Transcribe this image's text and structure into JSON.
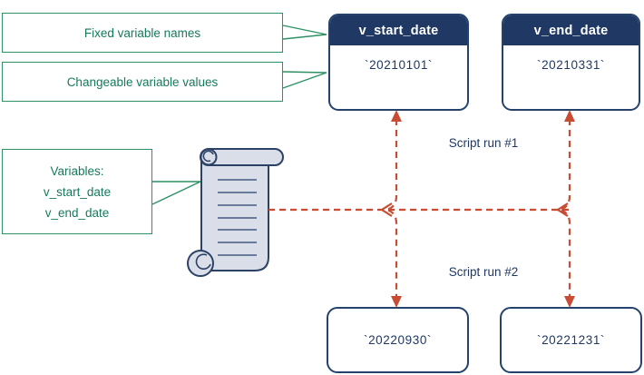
{
  "callouts": {
    "fixed": {
      "label": "Fixed variable names"
    },
    "changeable": {
      "label": "Changeable variable values"
    },
    "variables": {
      "line1": "Variables:",
      "line2": "v_start_date",
      "line3": "v_end_date"
    }
  },
  "cards": {
    "start": {
      "title": "v_start_date",
      "value": "`20210101`"
    },
    "end": {
      "title": "v_end_date",
      "value": "`20210331`"
    },
    "run2_start": {
      "value": "`20220930`"
    },
    "run2_end": {
      "value": "`20221231`"
    }
  },
  "labels": {
    "run1": "Script run #1",
    "run2": "Script run #2"
  },
  "icons": {
    "scroll": "script-scroll-icon"
  },
  "colors": {
    "navy_header": "#1F3864",
    "navy_border": "#24426B",
    "green_border": "#2E9164",
    "green_text": "#157A5B",
    "connector_red": "#C84B33",
    "scroll_fill": "#DADEE9",
    "scroll_outline": "#2B4165",
    "scroll_text_line": "#5A6C8F"
  }
}
